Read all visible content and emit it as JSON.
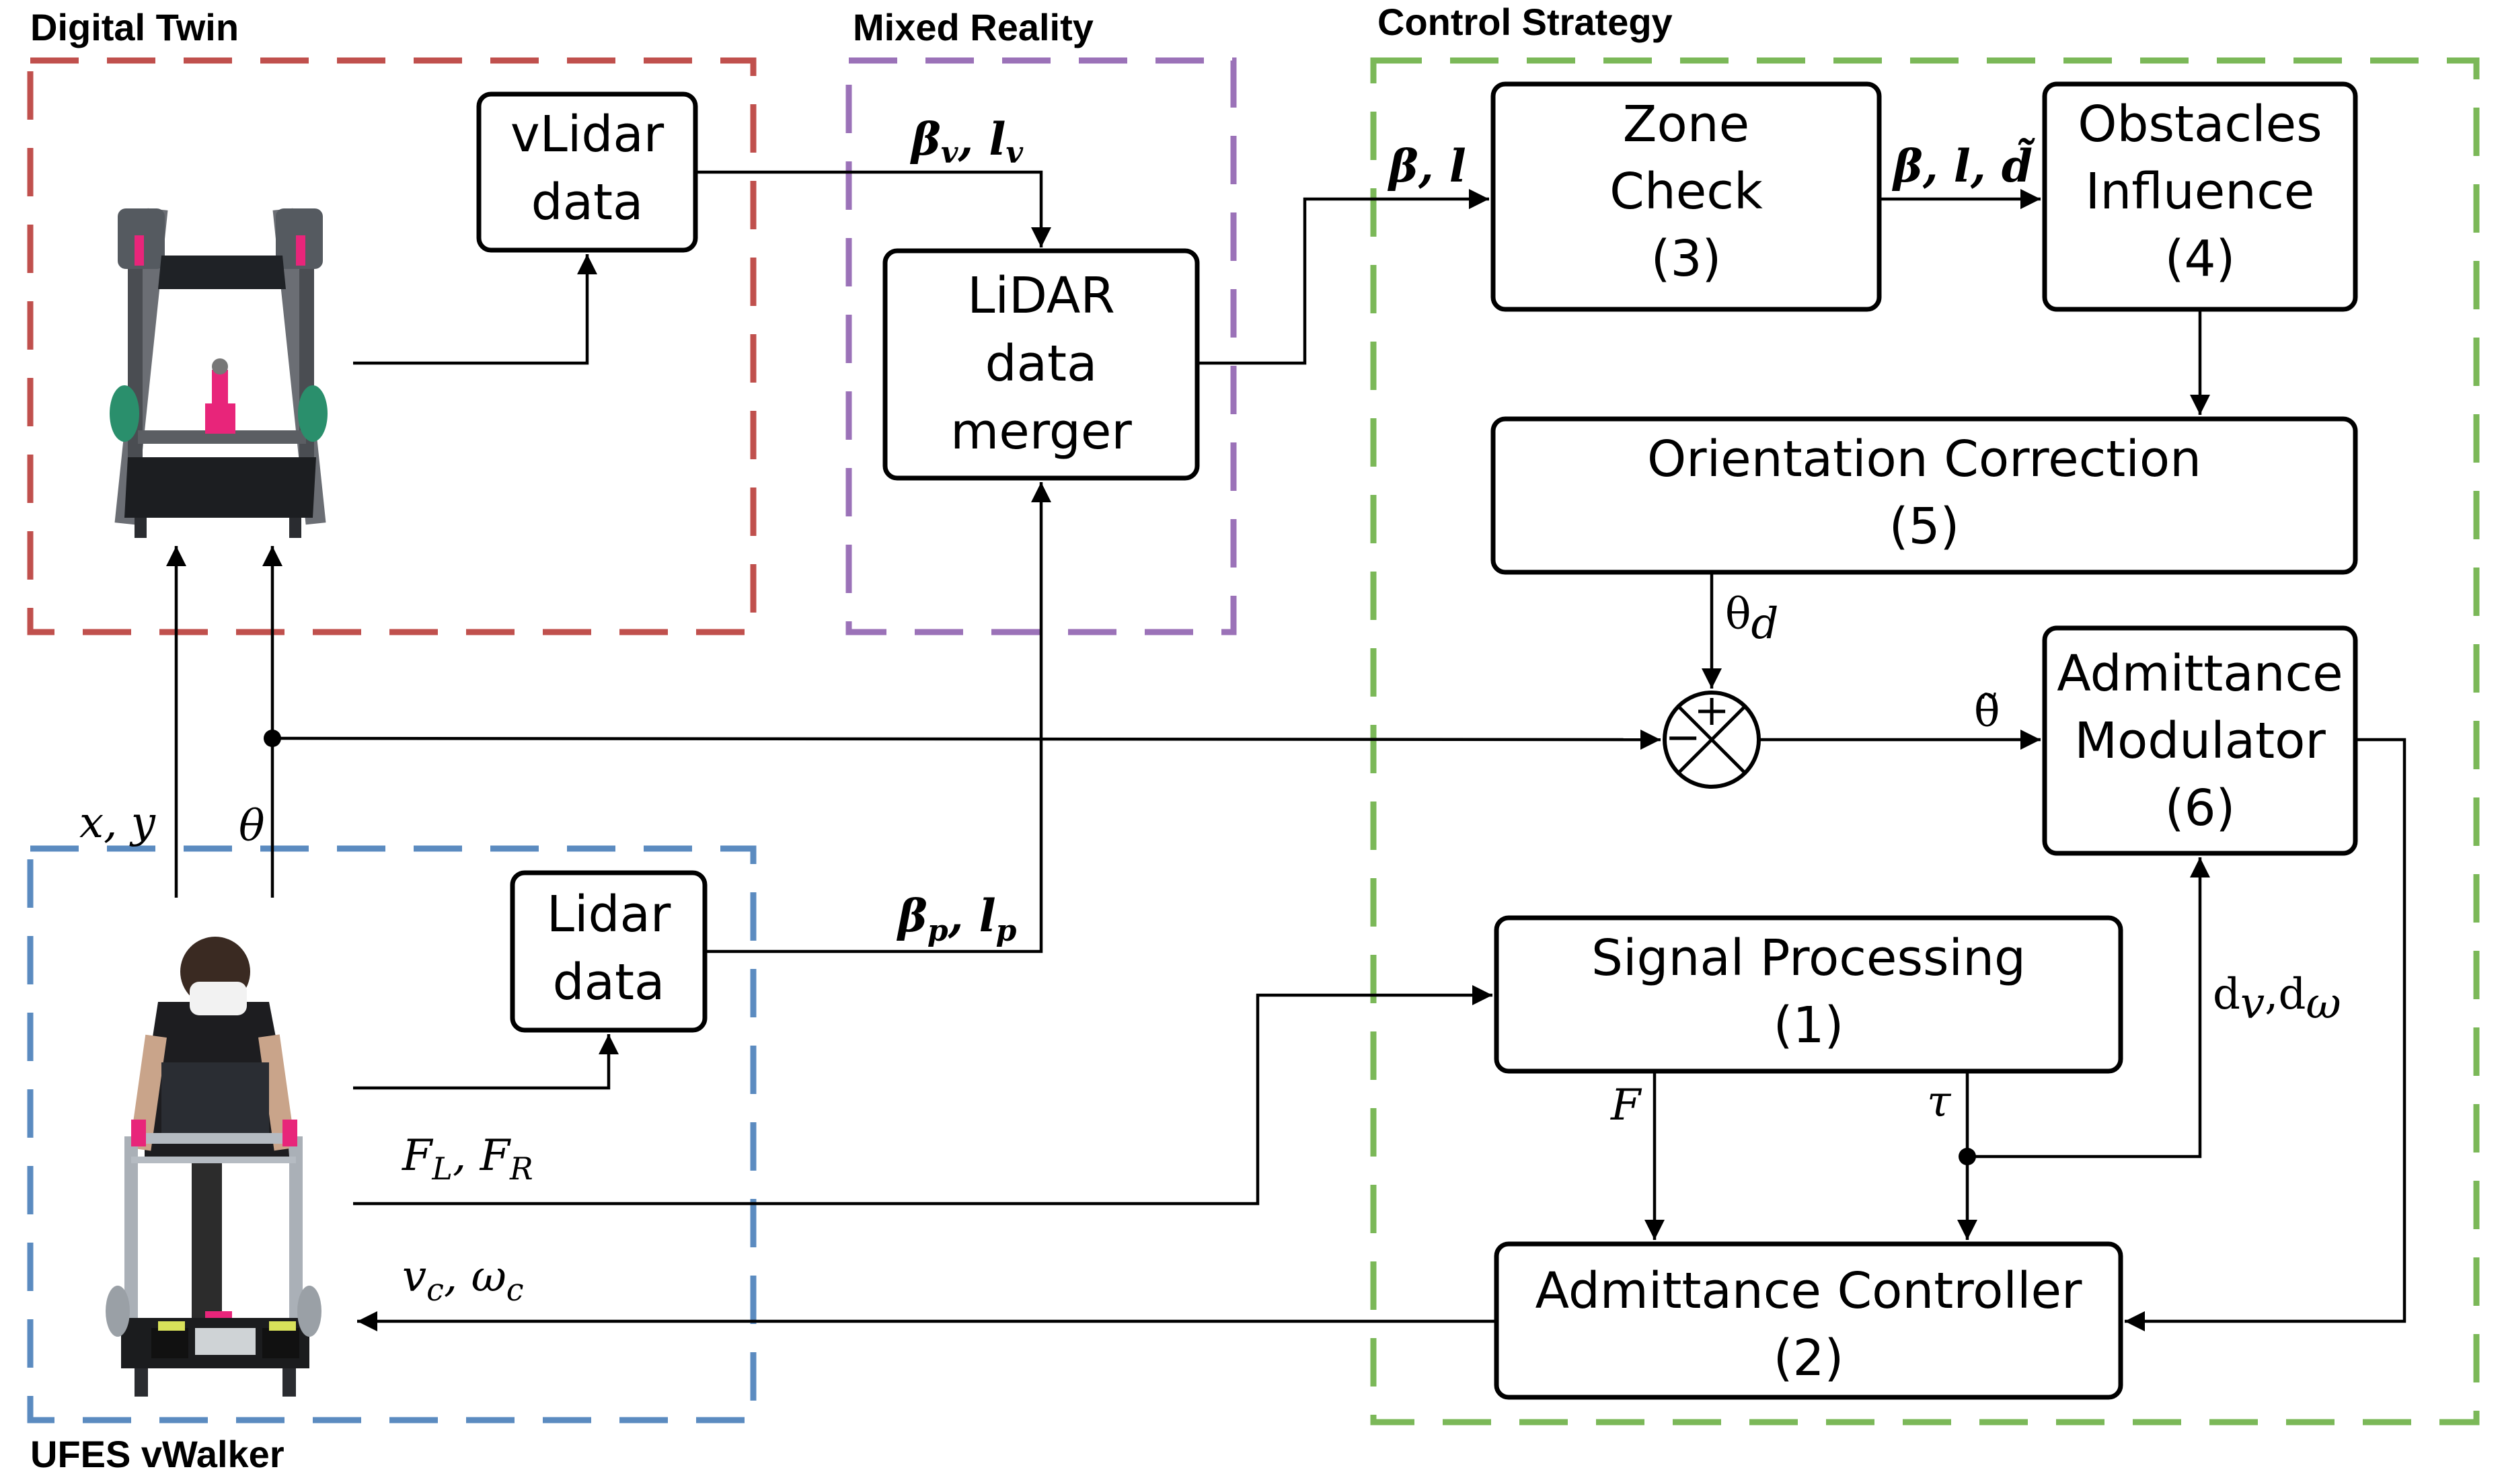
{
  "groups": {
    "digital_twin": "Digital Twin",
    "mixed_reality": "Mixed Reality",
    "control_strategy": "Control Strategy",
    "ufes_vwalker": "UFES vWalker"
  },
  "blocks": {
    "vlidar": [
      "vLidar",
      "data"
    ],
    "lidar_merger": [
      "LiDAR",
      "data",
      "merger"
    ],
    "lidar": [
      "Lidar",
      "data"
    ],
    "zone_check": [
      "Zone",
      "Check",
      "(3)"
    ],
    "obstacles": [
      "Obstacles",
      "Influence",
      "(4)"
    ],
    "orientation": [
      "Orientation Correction",
      "(5)"
    ],
    "modulator": [
      "Admittance",
      "Modulator",
      "(6)"
    ],
    "signal": [
      "Signal Processing",
      "(1)"
    ],
    "controller": [
      "Admittance Controller",
      "(2)"
    ]
  },
  "signals": {
    "beta_v": "β",
    "beta_v_sub": "v",
    "l_v": "l",
    "l_v_sub": "v",
    "beta_p": "β",
    "beta_p_sub": "p",
    "l_p": "l",
    "l_p_sub": "p",
    "beta_l": "β, l",
    "beta_l_d_pre": "β, l, ",
    "d_tilde": "d̃",
    "theta_d": "θ",
    "theta_d_sub": "d",
    "theta_tilde": "θ̃",
    "x_y": "x, y",
    "theta": "θ",
    "f": "F",
    "tau": "τ",
    "dv": "d",
    "dv_sub": "v",
    "dw": "d",
    "dw_sub": "ω",
    "fl": "F",
    "fl_sub": "L",
    "fr": "F",
    "fr_sub": "R",
    "vc": "v",
    "vc_sub": "c",
    "wc": "ω",
    "wc_sub": "c"
  },
  "summing_junction": {
    "plus": "+",
    "minus": "−"
  },
  "colors": {
    "digital_twin": "#c0504d",
    "mixed_reality": "#9b72b8",
    "control_strategy": "#7bb858",
    "ufes_vwalker": "#5b8bc0"
  }
}
